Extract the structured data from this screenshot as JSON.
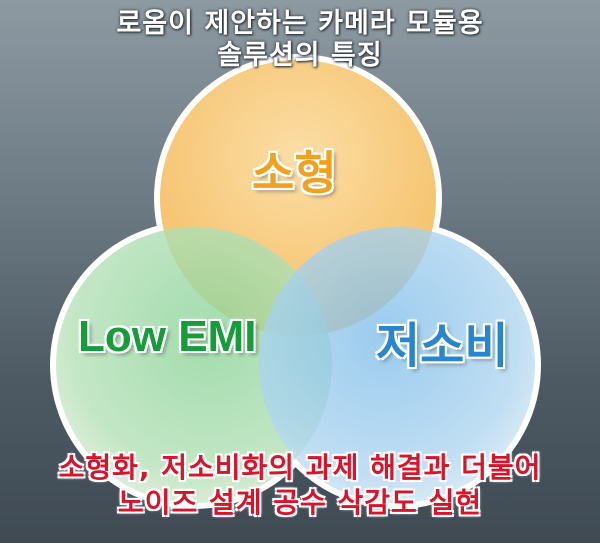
{
  "title": {
    "line1": "로옴이 제안하는 카메라 모듈용",
    "line2": "솔루션의 특징"
  },
  "venn": {
    "top": {
      "label": "소형",
      "color": "#f0a11e"
    },
    "left": {
      "label": "Low EMI",
      "color": "#169c3a"
    },
    "right": {
      "label": "저소비",
      "color": "#2a85cf"
    }
  },
  "footer": {
    "line1": "소형화, 저소비화의 과제 해결과 더불어",
    "line2": "노이즈 설계 공수 삭감도 실현",
    "color": "#d8142b"
  }
}
